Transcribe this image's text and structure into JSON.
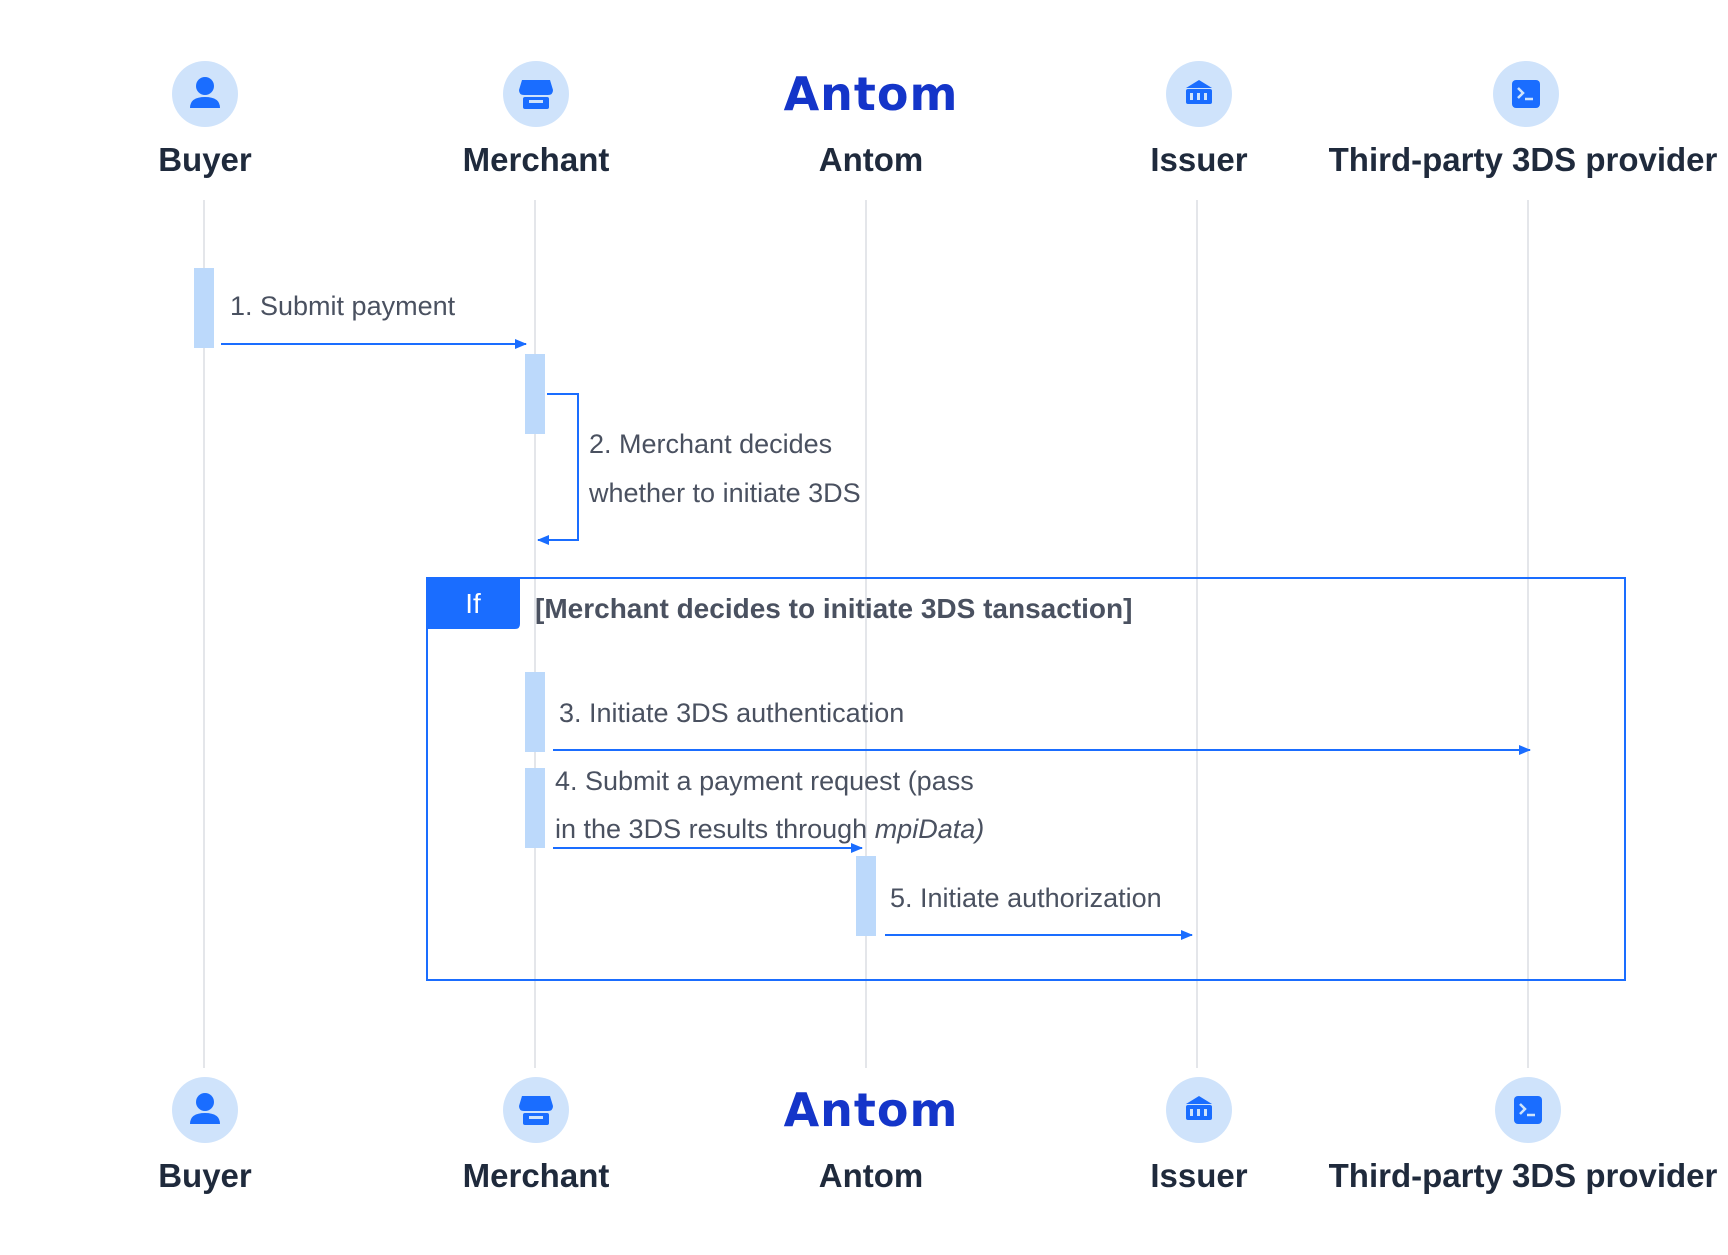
{
  "actors": [
    {
      "id": "buyer",
      "name": "Buyer",
      "icon": "person-icon"
    },
    {
      "id": "merchant",
      "name": "Merchant",
      "icon": "store-icon"
    },
    {
      "id": "antom",
      "name": "Antom",
      "icon": "antom-logo",
      "logo_text": "Antom"
    },
    {
      "id": "issuer",
      "name": "Issuer",
      "icon": "bank-icon"
    },
    {
      "id": "third_party",
      "name": "Third-party 3DS provider",
      "icon": "terminal-icon"
    }
  ],
  "messages": [
    {
      "id": "m1",
      "lines": [
        "1. Submit payment"
      ],
      "from": "buyer",
      "to": "merchant"
    },
    {
      "id": "m2",
      "lines": [
        "2. Merchant decides",
        "whether to initiate 3DS"
      ],
      "from": "merchant",
      "to": "merchant"
    },
    {
      "id": "m3",
      "lines": [
        "3. Initiate 3DS authentication"
      ],
      "from": "merchant",
      "to": "third_party"
    },
    {
      "id": "m4",
      "line1": "4. Submit a payment request (pass",
      "line2_prefix": "in the 3DS results through ",
      "line2_italic": "mpiData)",
      "from": "merchant",
      "to": "antom"
    },
    {
      "id": "m5",
      "lines": [
        "5. Initiate authorization"
      ],
      "from": "antom",
      "to": "issuer"
    }
  ],
  "fragment": {
    "tag": "If",
    "guard": "[Merchant decides to initiate 3DS tansaction]"
  },
  "colors": {
    "accent": "#1a6dff",
    "activation": "#bcd9fb",
    "icon_bg": "#cfe3fb",
    "icon_fg": "#1a6dff",
    "lifeline": "#e4e6ea",
    "logo": "#1435c9"
  }
}
